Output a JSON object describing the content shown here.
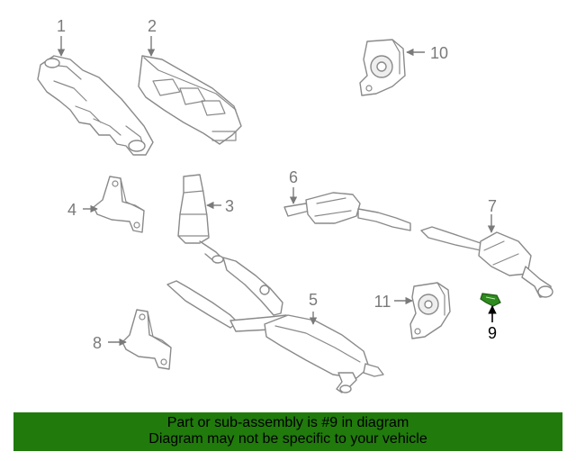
{
  "callouts": [
    "1",
    "2",
    "3",
    "4",
    "5",
    "6",
    "7",
    "8",
    "9",
    "10",
    "11"
  ],
  "highlight_color": "#2e8b1e",
  "banner": {
    "background": "#217a0c",
    "line1": "Part or sub-assembly is #9 in diagram",
    "line2": "Diagram may not be specific to your vehicle"
  }
}
